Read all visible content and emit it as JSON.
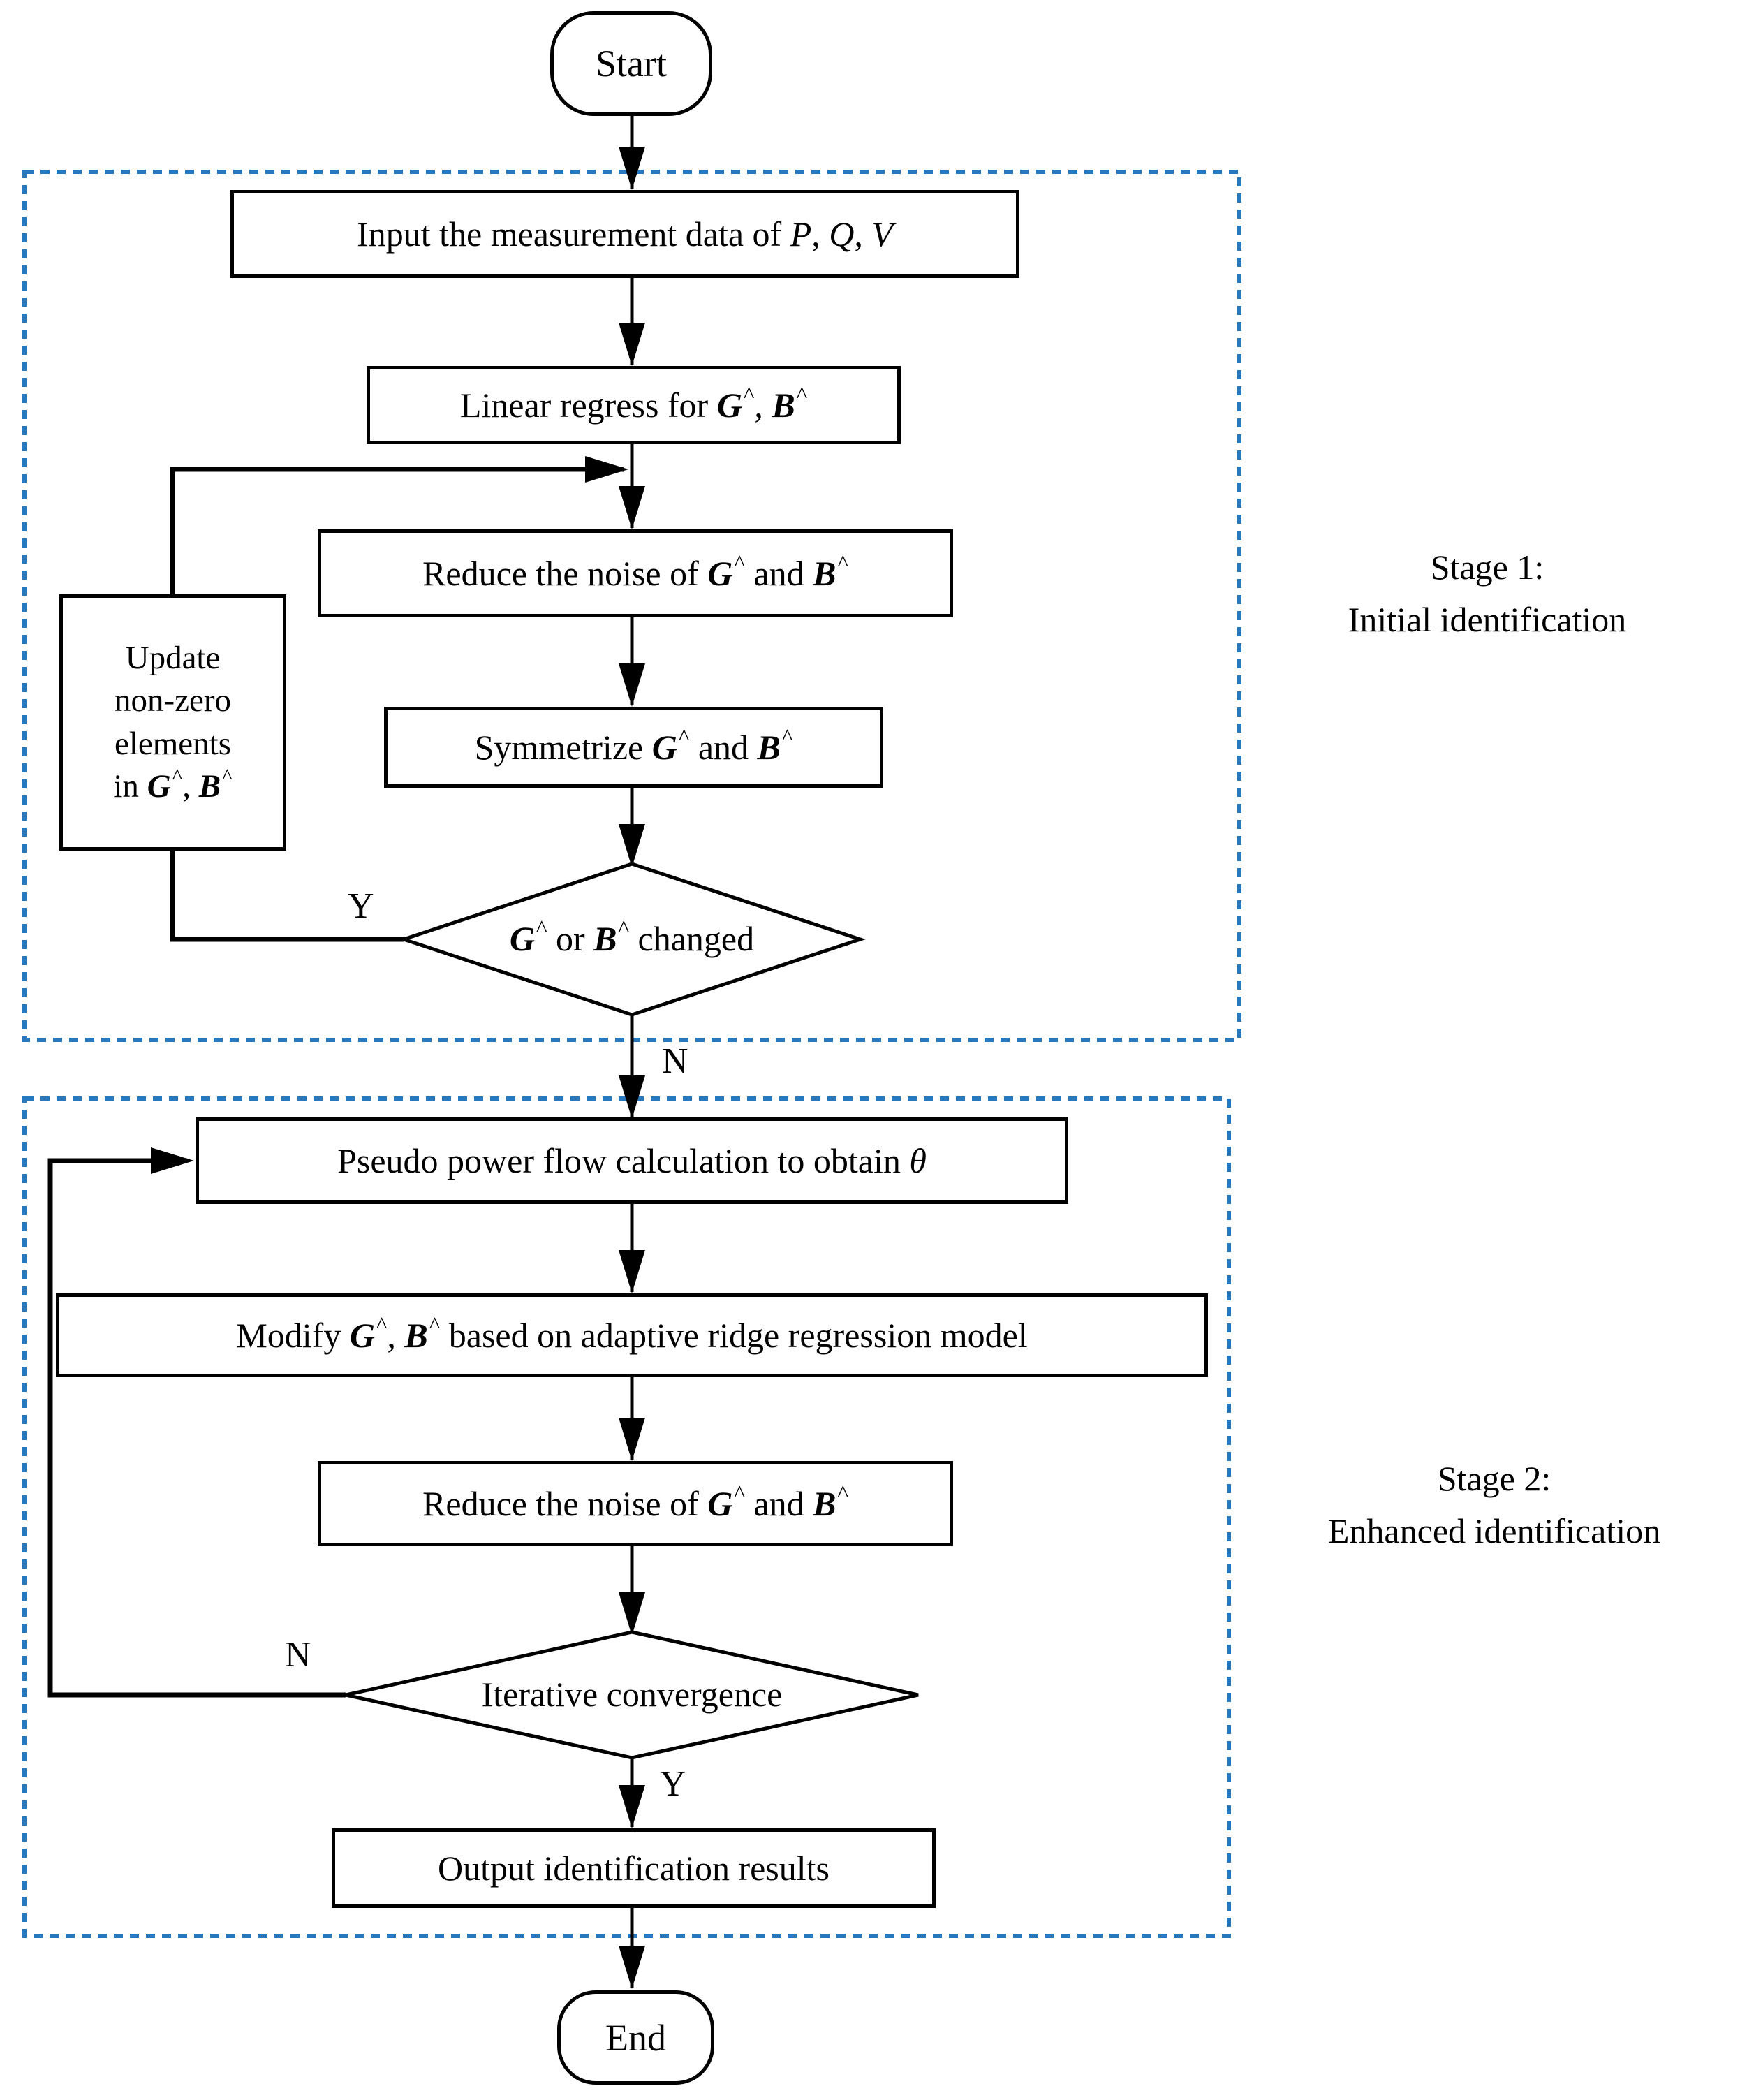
{
  "colors": {
    "stage_border": "#2878BE",
    "line": "#000000",
    "text": "#000000"
  },
  "terminals": {
    "start": "Start",
    "end": "End"
  },
  "stage1": {
    "title_line1": "Stage 1:",
    "title_line2": "Initial identification",
    "edge_labels": {
      "yes": "Y",
      "no": "N"
    },
    "nodes": {
      "input": {
        "segments": [
          {
            "t": "Input the measurement data of "
          },
          {
            "t": "P",
            "s": "i"
          },
          {
            "t": ", "
          },
          {
            "t": "Q",
            "s": "i"
          },
          {
            "t": ", "
          },
          {
            "t": "V",
            "s": "i"
          }
        ]
      },
      "linear_regress": {
        "segments": [
          {
            "t": "Linear regress for "
          },
          {
            "t": "G",
            "s": "b"
          },
          {
            "t": "^",
            "s": "h"
          },
          {
            "t": ", "
          },
          {
            "t": "B",
            "s": "b"
          },
          {
            "t": "^",
            "s": "h"
          }
        ]
      },
      "reduce_noise": {
        "segments": [
          {
            "t": "Reduce the noise of "
          },
          {
            "t": "G",
            "s": "b"
          },
          {
            "t": "^",
            "s": "h"
          },
          {
            "t": " and "
          },
          {
            "t": "B",
            "s": "b"
          },
          {
            "t": "^",
            "s": "h"
          }
        ]
      },
      "symmetrize": {
        "segments": [
          {
            "t": "Symmetrize "
          },
          {
            "t": "G",
            "s": "b"
          },
          {
            "t": "^",
            "s": "h"
          },
          {
            "t": " and "
          },
          {
            "t": "B",
            "s": "b"
          },
          {
            "t": "^",
            "s": "h"
          }
        ]
      },
      "update_nonzero": {
        "segments": [
          {
            "t": "Update"
          },
          {
            "s": "br"
          },
          {
            "t": "non-zero"
          },
          {
            "s": "br"
          },
          {
            "t": "elements"
          },
          {
            "s": "br"
          },
          {
            "t": "in "
          },
          {
            "t": "G",
            "s": "b"
          },
          {
            "t": "^",
            "s": "h"
          },
          {
            "t": ", "
          },
          {
            "t": "B",
            "s": "b"
          },
          {
            "t": "^",
            "s": "h"
          }
        ]
      },
      "decision_changed": {
        "segments": [
          {
            "t": "G",
            "s": "b"
          },
          {
            "t": "^",
            "s": "h"
          },
          {
            "t": " or "
          },
          {
            "t": "B",
            "s": "b"
          },
          {
            "t": "^",
            "s": "h"
          },
          {
            "t": " changed"
          }
        ]
      }
    }
  },
  "stage2": {
    "title_line1": "Stage 2:",
    "title_line2": "Enhanced identification",
    "edge_labels": {
      "no": "N",
      "yes": "Y"
    },
    "nodes": {
      "pseudo_power_flow": {
        "segments": [
          {
            "t": "Pseudo power flow calculation to obtain "
          },
          {
            "t": "θ",
            "s": "i"
          }
        ]
      },
      "modify_gb": {
        "segments": [
          {
            "t": "Modify "
          },
          {
            "t": "G",
            "s": "b"
          },
          {
            "t": "^",
            "s": "h"
          },
          {
            "t": ", "
          },
          {
            "t": "B",
            "s": "b"
          },
          {
            "t": "^",
            "s": "h"
          },
          {
            "t": " based on adaptive ridge regression model"
          }
        ]
      },
      "reduce_noise": {
        "segments": [
          {
            "t": "Reduce the noise of "
          },
          {
            "t": "G",
            "s": "b"
          },
          {
            "t": "^",
            "s": "h"
          },
          {
            "t": " and "
          },
          {
            "t": "B",
            "s": "b"
          },
          {
            "t": "^",
            "s": "h"
          }
        ]
      },
      "decision_convergence": {
        "text": "Iterative convergence"
      },
      "output_results": {
        "text": "Output identification results"
      }
    }
  }
}
